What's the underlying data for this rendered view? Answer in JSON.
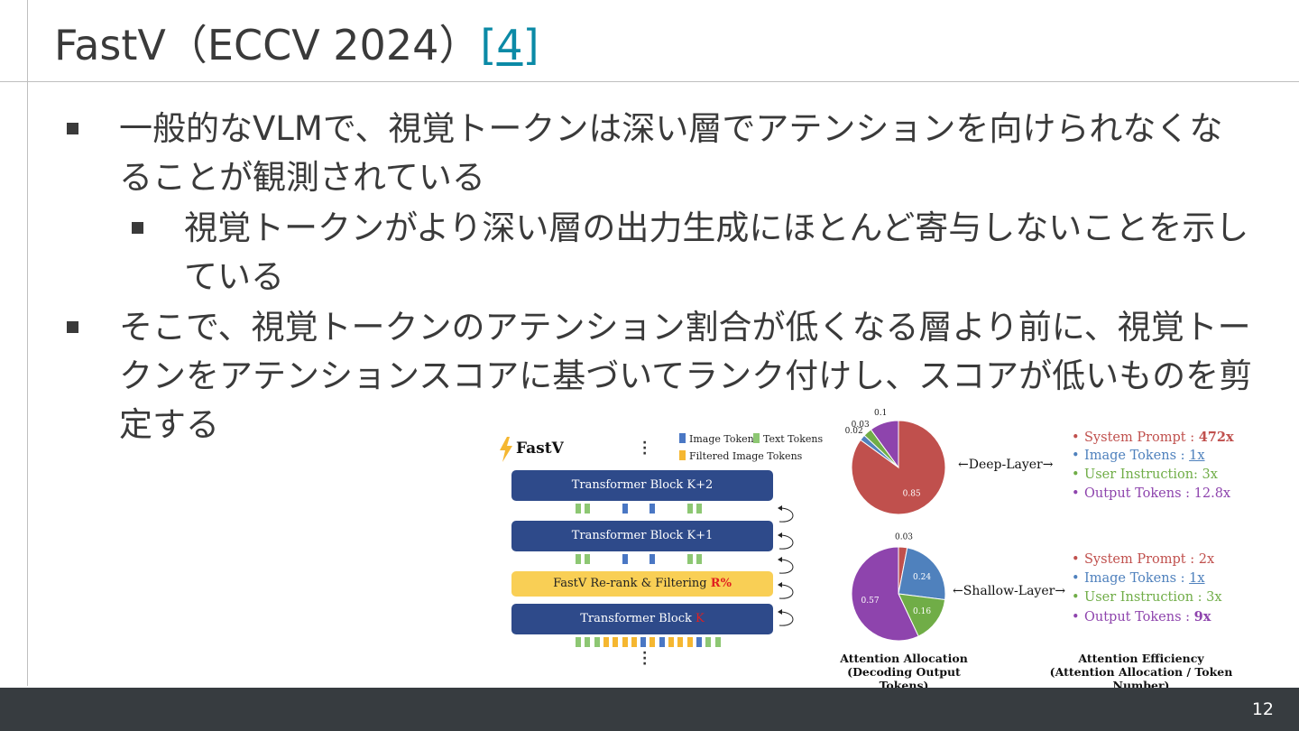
{
  "slide": {
    "title": "FastV（ECCV 2024）",
    "title_ref": "[4]",
    "page_number": "12"
  },
  "bullets": [
    {
      "level": 1,
      "text": "一般的なVLMで、視覚トークンは深い層でアテンションを向けられなくなることが観測されている"
    },
    {
      "level": 2,
      "text": "視覚トークンがより深い層の出力生成にほとんど寄与しないことを示している"
    },
    {
      "level": 1,
      "text": "そこで、視覚トークンのアテンション割合が低くなる層より前に、視覚トークンをアテンションスコアに基づいてランク付けし、スコアが低いものを剪定する"
    }
  ],
  "figure": {
    "logo": "FastV",
    "legend": {
      "image": "Image Tokens",
      "text": "Text Tokens",
      "filtered": "Filtered Image Tokens"
    },
    "blocks": [
      "Transformer Block K+2",
      "Transformer Block K+1",
      "FastV Re-rank & Filtering R%",
      "Transformer Block K"
    ],
    "deep_label": "Deep-Layer",
    "shallow_label": "Shallow-Layer",
    "caption_left": "Attention Allocation (Decoding Output Tokens)",
    "caption_left_1": "Attention Allocation",
    "caption_left_2": "(Decoding Output Tokens)",
    "caption_right_1": "Attention Efficiency",
    "caption_right_2": "(Attention Allocation / Token Number)",
    "deep_values": [
      "0.85",
      "0.02",
      "0.03",
      "0.1"
    ],
    "shallow_values": [
      "0.03",
      "0.24",
      "0.16",
      "0.57"
    ],
    "deep_efficiency": [
      {
        "label": "System Prompt : ",
        "value": "472x",
        "color": "#c0504d"
      },
      {
        "label": "Image Tokens : ",
        "value": "1x",
        "color": "#4f81bd"
      },
      {
        "label": "User Instruction: ",
        "value": "3x",
        "color": "#70ad47"
      },
      {
        "label": "Output Tokens : ",
        "value": "12.8x",
        "color": "#8e44ad"
      }
    ],
    "shallow_efficiency": [
      {
        "label": "System Prompt : ",
        "value": "2x",
        "color": "#c0504d"
      },
      {
        "label": "Image Tokens : ",
        "value": "1x",
        "color": "#4f81bd"
      },
      {
        "label": "User Instruction : ",
        "value": "3x",
        "color": "#70ad47"
      },
      {
        "label": "Output Tokens : ",
        "value": "9x",
        "color": "#8e44ad"
      }
    ]
  },
  "chart_data": [
    {
      "type": "pie",
      "title": "Deep-Layer",
      "categories": [
        "System Prompt",
        "Image Tokens",
        "User Instruction",
        "Output Tokens"
      ],
      "values": [
        0.85,
        0.02,
        0.03,
        0.1
      ],
      "colors": [
        "#c0504d",
        "#4f81bd",
        "#70ad47",
        "#8e44ad"
      ]
    },
    {
      "type": "pie",
      "title": "Shallow-Layer",
      "categories": [
        "System Prompt",
        "Image Tokens",
        "User Instruction",
        "Output Tokens"
      ],
      "values": [
        0.03,
        0.24,
        0.16,
        0.57
      ],
      "colors": [
        "#c0504d",
        "#4f81bd",
        "#70ad47",
        "#8e44ad"
      ]
    }
  ]
}
